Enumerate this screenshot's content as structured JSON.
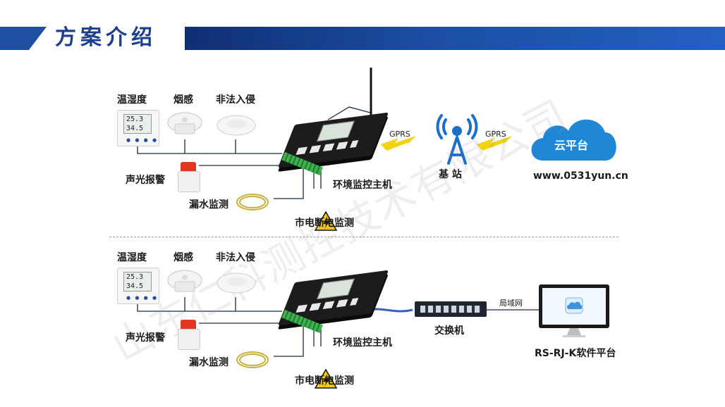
{
  "header": {
    "title": "方案介绍"
  },
  "watermark": {
    "text": "山东仁科测控技术有限公司"
  },
  "colors": {
    "brand": "#1e4fa0",
    "cloud": "#1f87d6",
    "lightning": "#f2d310",
    "terminal_green": "#2e9a3e"
  },
  "top_system": {
    "sensors": {
      "temp_humidity": "温湿度",
      "smoke": "烟感",
      "intrusion": "非法入侵"
    },
    "th_display": {
      "temp": "25.3",
      "humidity": "34.5"
    },
    "alarm": "声光报警",
    "leak": "漏水监测",
    "power": "市电断电监测",
    "host": "环境监控主机",
    "link1": "GPRS",
    "link2": "GPRS",
    "base_station": "基 站",
    "cloud": "云平台",
    "url": "www.0531yun.cn"
  },
  "bottom_system": {
    "sensors": {
      "temp_humidity": "温湿度",
      "smoke": "烟感",
      "intrusion": "非法入侵"
    },
    "th_display": {
      "temp": "25.3",
      "humidity": "34.5"
    },
    "alarm": "声光报警",
    "leak": "漏水监测",
    "power": "市电断电监测",
    "host": "环境监控主机",
    "switch": "交换机",
    "lan": "局域网",
    "platform": "RS-RJ-K软件平台"
  }
}
